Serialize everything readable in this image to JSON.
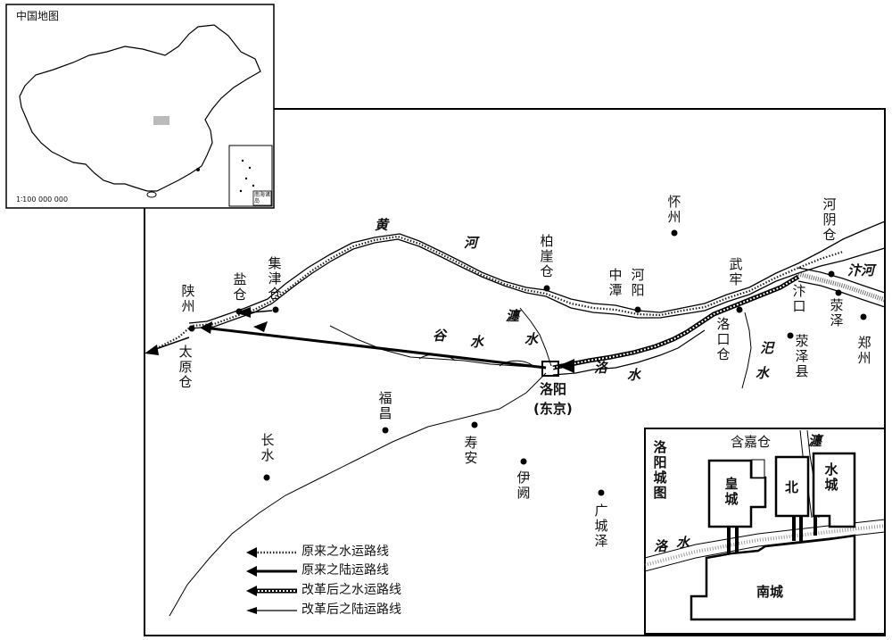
{
  "inset": {
    "title": "中国地图",
    "scale": "1∶100 000 000",
    "south_sea": "南海诸岛"
  },
  "rivers": {
    "huang": "黄",
    "he": "河",
    "gu": "谷",
    "gu_shui": "水",
    "chan": "瀍",
    "chan_shui": "水",
    "luo": "洛",
    "luo_shui": "水",
    "si": "汜",
    "si_shui": "水",
    "bian": "汴河"
  },
  "places": {
    "huaizhou": "怀州",
    "heyincang": "河阴仓",
    "baiyacang": "柏崖仓",
    "zhongtan": "中潭",
    "heyang": "河阳",
    "wulao": "武牢",
    "bianko": "汴口",
    "xingze": "荥泽",
    "jijincang": "集津仓",
    "yancang": "盐仓",
    "shanzhou": "陕州",
    "taiyuancang": "太原仓",
    "luokoucang": "洛口仓",
    "xingzexian": "荥泽县",
    "zhengzhou": "郑州",
    "luoyang": "洛阳",
    "dongjing": "(东京)",
    "fuchang": "福昌",
    "changshui": "长水",
    "shouan": "寿安",
    "yique": "伊阙",
    "guangchengze": "广城泽"
  },
  "legend": [
    {
      "label": "原来之水运路线"
    },
    {
      "label": "原来之陆运路线"
    },
    {
      "label": "改革后之水运路线"
    },
    {
      "label": "改革后之陆运路线"
    }
  ],
  "city_inset": {
    "title": "洛阳城图",
    "hanjiacang": "含嘉仓",
    "chan": "瀍",
    "huangcheng": "皇城",
    "bei": "北",
    "shuicheng": "水城",
    "luo": "洛",
    "luo_shui": "水",
    "nancheng": "南城"
  }
}
